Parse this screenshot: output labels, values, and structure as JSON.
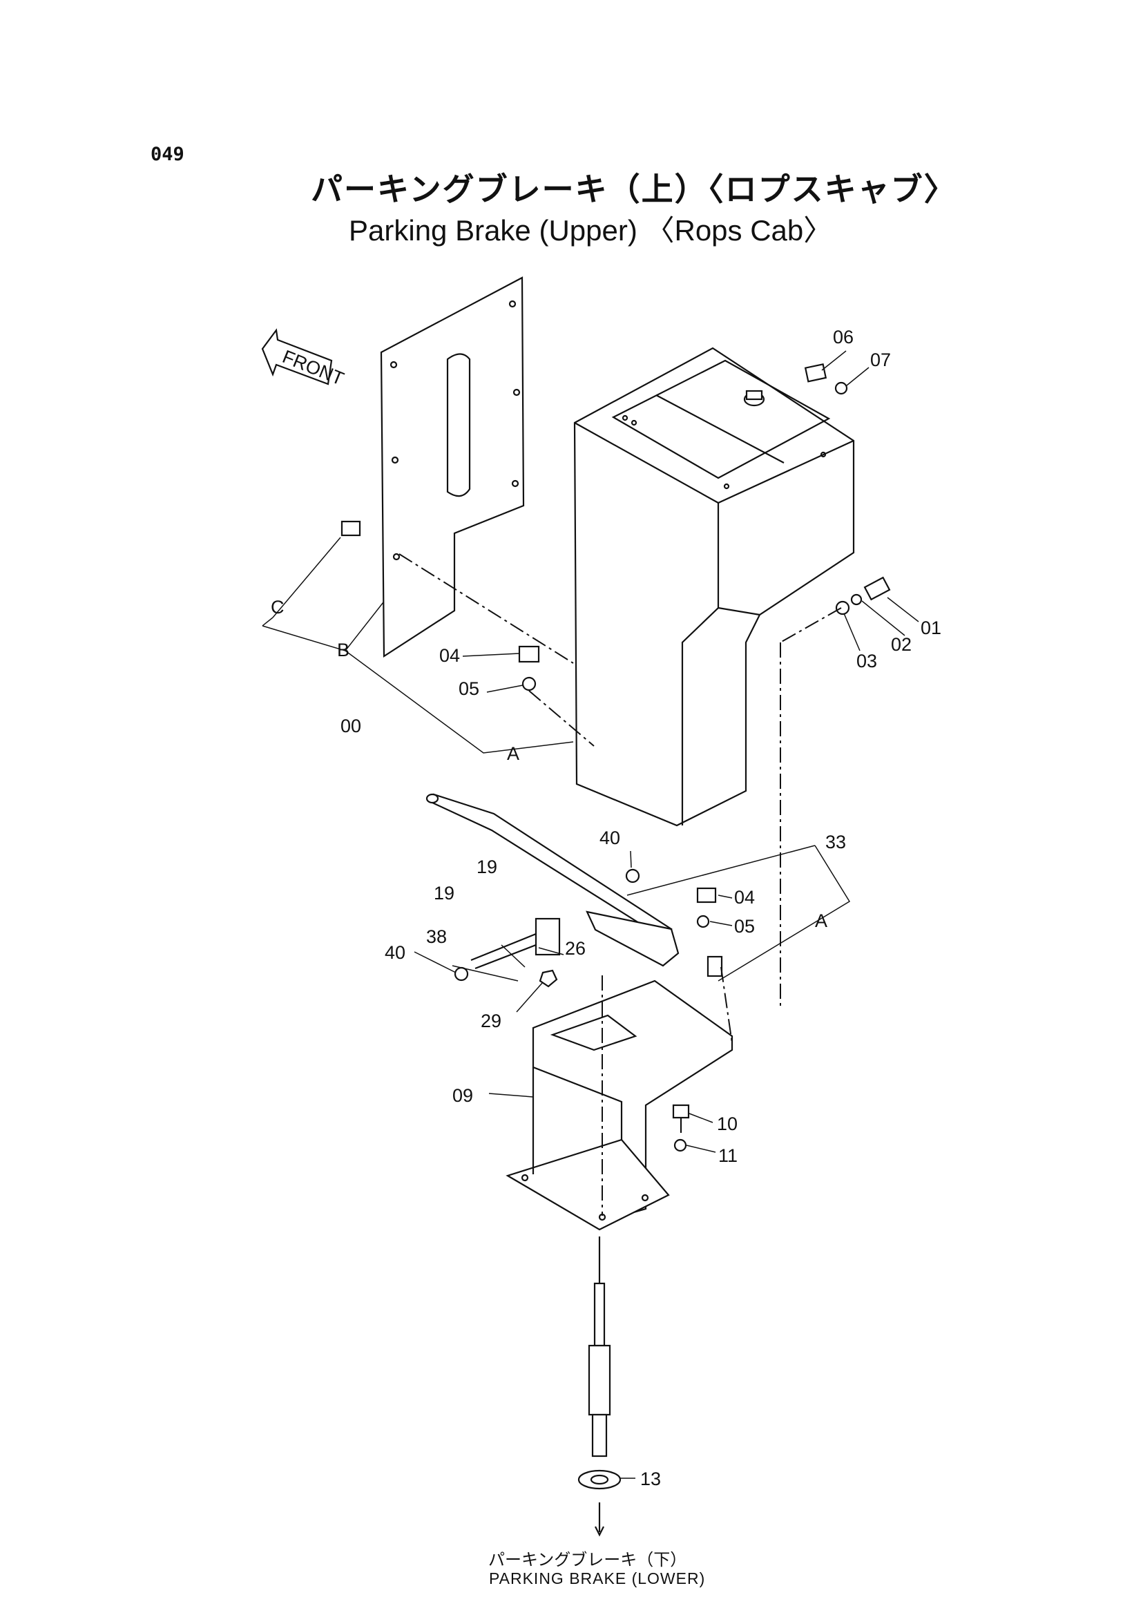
{
  "page_number": "049",
  "title_jp": "パーキングブレーキ（上）〈ロプスキャブ〉",
  "title_en": "Parking  Brake  (Upper) 〈Rops Cab〉",
  "front_label": "FRONT",
  "callouts": {
    "c00": "00",
    "c01": "01",
    "c02": "02",
    "c03": "03",
    "c04a": "04",
    "c05a": "05",
    "c06": "06",
    "c07": "07",
    "c04b": "04",
    "c05b": "05",
    "c09": "09",
    "c10": "10",
    "c11": "11",
    "c13": "13",
    "c19a": "19",
    "c19b": "19",
    "c26": "26",
    "c29": "29",
    "c33": "33",
    "c38": "38",
    "c40a": "40",
    "c40b": "40",
    "cA1": "A",
    "cA2": "A",
    "cB": "B",
    "cC": "C"
  },
  "footer_jp": "パーキングブレーキ（下）",
  "footer_en": "PARKING  BRAKE (LOWER)"
}
